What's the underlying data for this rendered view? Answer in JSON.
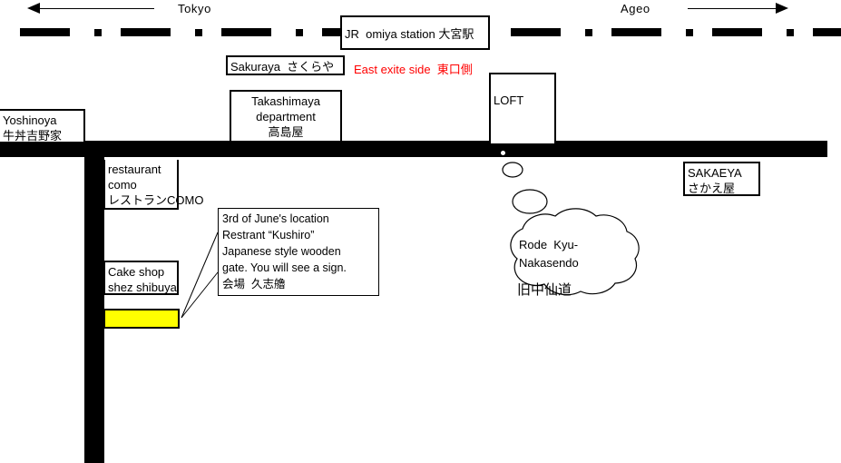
{
  "map": {
    "title": "Oomiya station area hand-drawn map",
    "colors": {
      "road": "#000000",
      "highlight": "#ffff00",
      "accent_red": "#ff0000",
      "background": "#ffffff"
    },
    "directions": [
      {
        "name": "direction-left",
        "label": "Tokyo",
        "arrow": "left-arrow"
      },
      {
        "name": "direction-right",
        "label": "Ageo",
        "arrow": "right-arrow"
      }
    ],
    "railway": {
      "name": "jr-railway-line",
      "style": "dash-dot"
    },
    "station": {
      "label": "JR  omiya station 大宮駅",
      "exit_note": "East exite side  東口側"
    },
    "landmarks": [
      {
        "id": "sakuraya",
        "label": "Sakuraya  さくらや"
      },
      {
        "id": "takashimaya",
        "label": "Takashimaya\ndepartment\n高島屋"
      },
      {
        "id": "loft",
        "label": "LOFT"
      },
      {
        "id": "yoshinoya",
        "label": "Yoshinoya\n牛丼吉野家"
      },
      {
        "id": "como",
        "label": "restaurant\ncomo\nレストランCOMO"
      },
      {
        "id": "cakeshop",
        "label": "Cake shop\nshez shibuya"
      },
      {
        "id": "sakaeya",
        "label": "SAKAEYA\nさかえ屋"
      }
    ],
    "venue_note": {
      "label": "3rd of June's location\nRestrant “Kushiro”\nJapanese style wooden\ngate. You will see a sign.\n会場  久志艪"
    },
    "cloud": {
      "label_en": "Rode  Kyu-\nNakasendo",
      "label_jp": "旧中仙道"
    },
    "highlight_marker": {
      "label": "",
      "description": "venue-highlight"
    }
  }
}
